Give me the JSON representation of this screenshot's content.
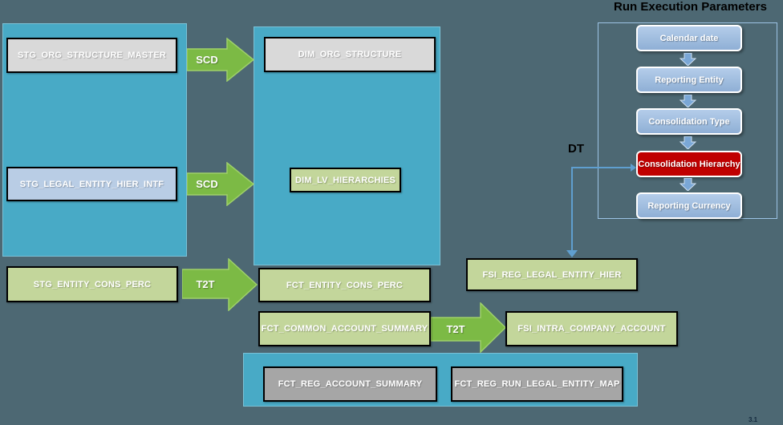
{
  "title": "Run Execution Parameters",
  "dt_label": "DT",
  "page_note": "3.1",
  "colors": {
    "background": "#4d6873",
    "container_teal": "#48aac6",
    "arrow_green": "#7cba45",
    "box_gray_light": "#d9d9d9",
    "box_gray_dark": "#a6a6a6",
    "box_blue_light": "#b9cde5",
    "box_green": "#c3d69b",
    "flow_box_blue": "#95b3d7",
    "flow_box_red": "#c00000",
    "connector_blue": "#5f9fd0"
  },
  "etl_labels": {
    "scd_top": "SCD",
    "scd_bottom": "SCD",
    "t2t_left": "T2T",
    "t2t_right": "T2T"
  },
  "tables": {
    "stg_org_structure_master": "STG_ORG_STRUCTURE_MASTER",
    "stg_legal_entity_hier_intf": "STG_LEGAL_ENTITY_HIER_INTF",
    "dim_org_structure": "DIM_ORG_STRUCTURE",
    "dim_lv_hierarchies": "DIM_LV_HIERARCHIES",
    "stg_entity_cons_perc": "STG_ENTITY_CONS_PERC",
    "fct_entity_cons_perc": "FCT_ENTITY_CONS_PERC",
    "fct_common_account_summary": "FCT_COMMON_ACCOUNT_SUMMARY",
    "fsi_intra_company_account": "FSI_INTRA_COMPANY_ACCOUNT",
    "fsi_reg_legal_entity_hier": "FSI_REG_LEGAL_ENTITY_HIER",
    "fct_reg_account_summary": "FCT_REG_ACCOUNT_SUMMARY",
    "fct_reg_run_legal_entity_map": "FCT_REG_RUN_LEGAL_ENTITY_MAP"
  },
  "run_parameters": {
    "steps": [
      {
        "label": "Calendar date",
        "highlight": false
      },
      {
        "label": "Reporting Entity",
        "highlight": false
      },
      {
        "label": "Consolidation Type",
        "highlight": false
      },
      {
        "label": "Consolidation Hierarchy",
        "highlight": true
      },
      {
        "label": "Reporting Currency",
        "highlight": false
      }
    ]
  }
}
